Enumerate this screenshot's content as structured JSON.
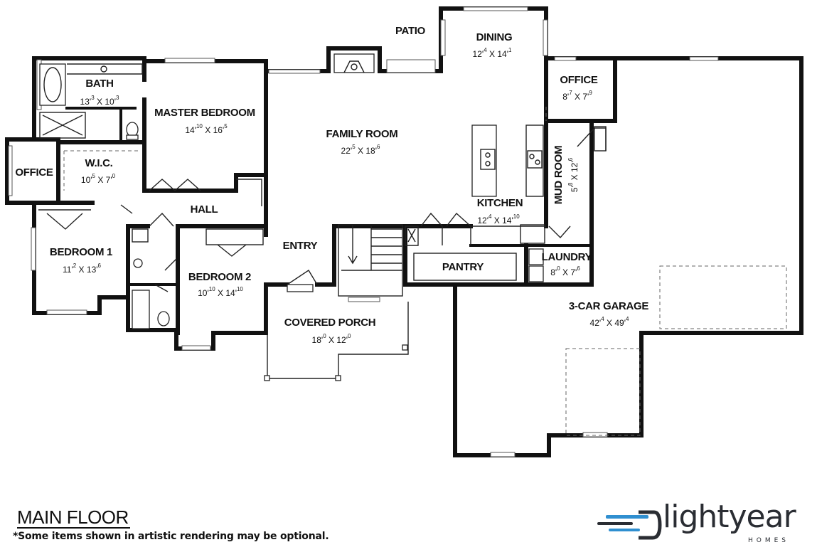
{
  "plan": {
    "title": "MAIN FLOOR",
    "note": "*Some items shown in artistic rendering may be optional.",
    "brand": {
      "name": "lightyear",
      "sub": "HOMES",
      "accent": "#2f8fd0",
      "text_color": "#2a2d33"
    },
    "rooms": {
      "patio": {
        "name": "PATIO"
      },
      "dining": {
        "name": "DINING",
        "w": "12",
        "ws": "4",
        "d": "14",
        "ds": "1"
      },
      "bath": {
        "name": "BATH",
        "w": "13",
        "ws": "3",
        "d": "10",
        "ds": "3"
      },
      "master": {
        "name": "MASTER BEDROOM",
        "w": "14",
        "ws": "10",
        "d": "16",
        "ds": "5"
      },
      "family": {
        "name": "FAMILY ROOM",
        "w": "22",
        "ws": "5",
        "d": "18",
        "ds": "6"
      },
      "office_right": {
        "name": "OFFICE",
        "w": "8",
        "ws": "7",
        "d": "7",
        "ds": "9"
      },
      "office_left": {
        "name": "OFFICE"
      },
      "wic": {
        "name": "W.I.C.",
        "w": "10",
        "ws": "5",
        "d": "7",
        "ds": "0"
      },
      "mudroom": {
        "name": "MUD ROOM",
        "w": "5",
        "ws": "8",
        "d": "12",
        "ds": "6"
      },
      "hall": {
        "name": "HALL"
      },
      "kitchen": {
        "name": "KITCHEN",
        "w": "12",
        "ws": "4",
        "d": "14",
        "ds": "10"
      },
      "entry": {
        "name": "ENTRY"
      },
      "bedroom1": {
        "name": "BEDROOM 1",
        "w": "11",
        "ws": "2",
        "d": "13",
        "ds": "6"
      },
      "pantry": {
        "name": "PANTRY"
      },
      "laundry": {
        "name": "LAUNDRY",
        "w": "8",
        "ws": "0",
        "d": "7",
        "ds": "6"
      },
      "bedroom2": {
        "name": "BEDROOM 2",
        "w": "10",
        "ws": "10",
        "d": "14",
        "ds": "10"
      },
      "garage": {
        "name": "3-CAR GARAGE",
        "w": "42",
        "ws": "4",
        "d": "49",
        "ds": "4"
      },
      "porch": {
        "name": "COVERED PORCH",
        "w": "18",
        "ws": "0",
        "d": "12",
        "ds": "0"
      }
    }
  }
}
